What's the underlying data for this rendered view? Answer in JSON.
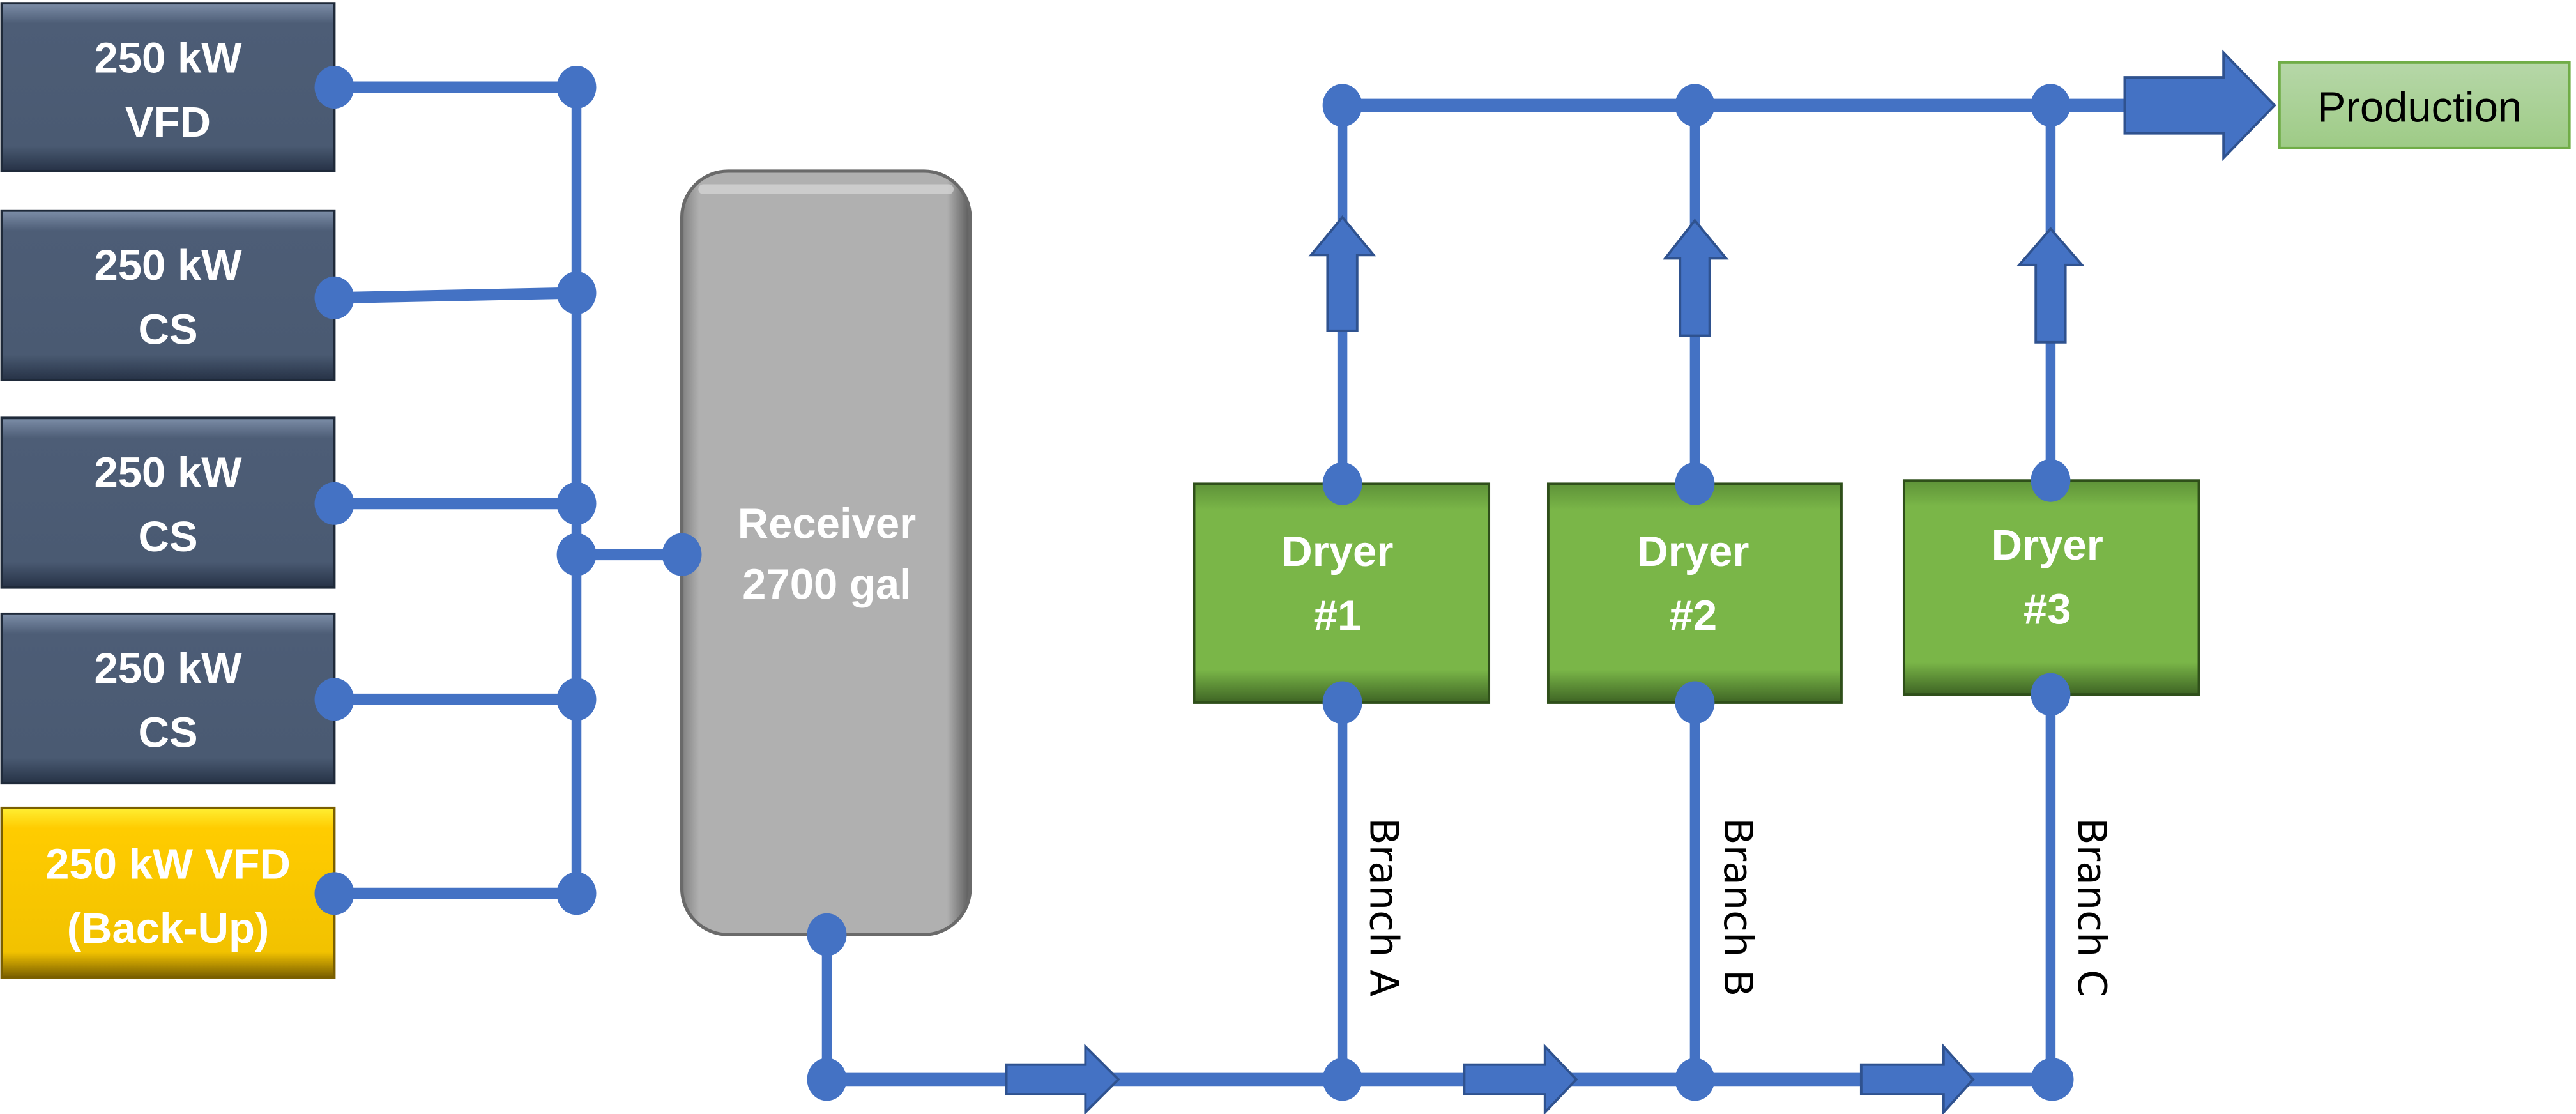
{
  "diagram": {
    "title": "",
    "colors": {
      "pipe": "#4472c4",
      "compressor": "#44546a",
      "backup_compressor": "#ffc000",
      "receiver": "#b0b0b0",
      "dryer": "#7ab648",
      "production": "#a9d18e"
    },
    "compressors": [
      {
        "line1": "250 kW",
        "line2": "VFD",
        "type": "primary"
      },
      {
        "line1": "250 kW",
        "line2": "CS",
        "type": "primary"
      },
      {
        "line1": "250 kW",
        "line2": "CS",
        "type": "primary"
      },
      {
        "line1": "250 kW",
        "line2": "CS",
        "type": "primary"
      },
      {
        "line1": "250 kW VFD",
        "line2": "(Back-Up)",
        "type": "backup"
      }
    ],
    "receiver": {
      "line1": "Receiver",
      "line2": "2700 gal"
    },
    "dryers": [
      {
        "line1": "Dryer",
        "line2": "#1",
        "branch": "Branch A"
      },
      {
        "line1": "Dryer",
        "line2": "#2",
        "branch": "Branch B"
      },
      {
        "line1": "Dryer",
        "line2": "#3",
        "branch": "Branch C"
      }
    ],
    "production": {
      "label": "Production"
    },
    "icons": {
      "flow_right": "arrow-right-icon",
      "flow_up": "arrow-up-icon",
      "junction": "junction-node-icon"
    }
  }
}
